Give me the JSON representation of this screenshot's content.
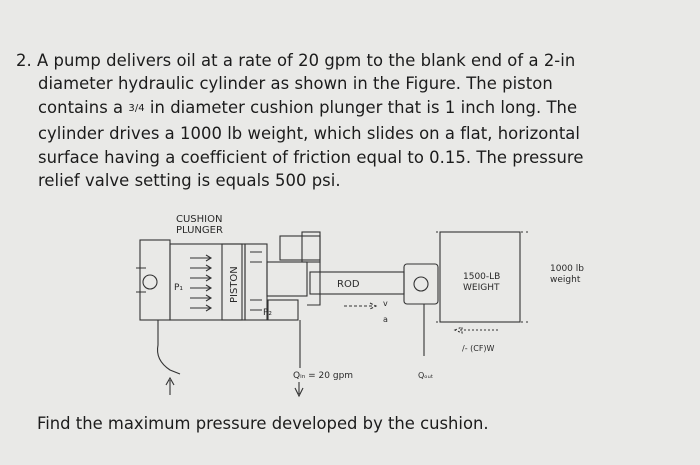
{
  "question": {
    "lines": [
      "2. A pump delivers oil at a rate of 20 gpm to the blank end of a 2-in",
      "diameter hydraulic cylinder as shown in the Figure. The piston",
      [
        "contains a ",
        "3/4",
        " in diameter cushion plunger that is 1 inch long. The"
      ],
      "cylinder drives a 1000 lb weight, which slides on a flat, horizontal",
      "surface having a coefficient of friction equal to 0.15. The pressure",
      "relief valve setting is equals 500 psi."
    ],
    "footer": "Find the maximum pressure developed by the cushion."
  },
  "figure": {
    "cushion_plunger": [
      "CUSHION",
      "PLUNGER"
    ],
    "piston": "PISTON",
    "rod": "ROD",
    "p1": "P₁",
    "p2": "P₂",
    "block": [
      "1500-LB",
      "WEIGHT"
    ],
    "weight": [
      "1000 lb",
      "weight"
    ],
    "q_in": "Qᵢₙ = 20 gpm",
    "q_out": "Qₒᵤₜ",
    "friction": "/- (CF)W",
    "velocity": [
      "v",
      "a"
    ]
  }
}
